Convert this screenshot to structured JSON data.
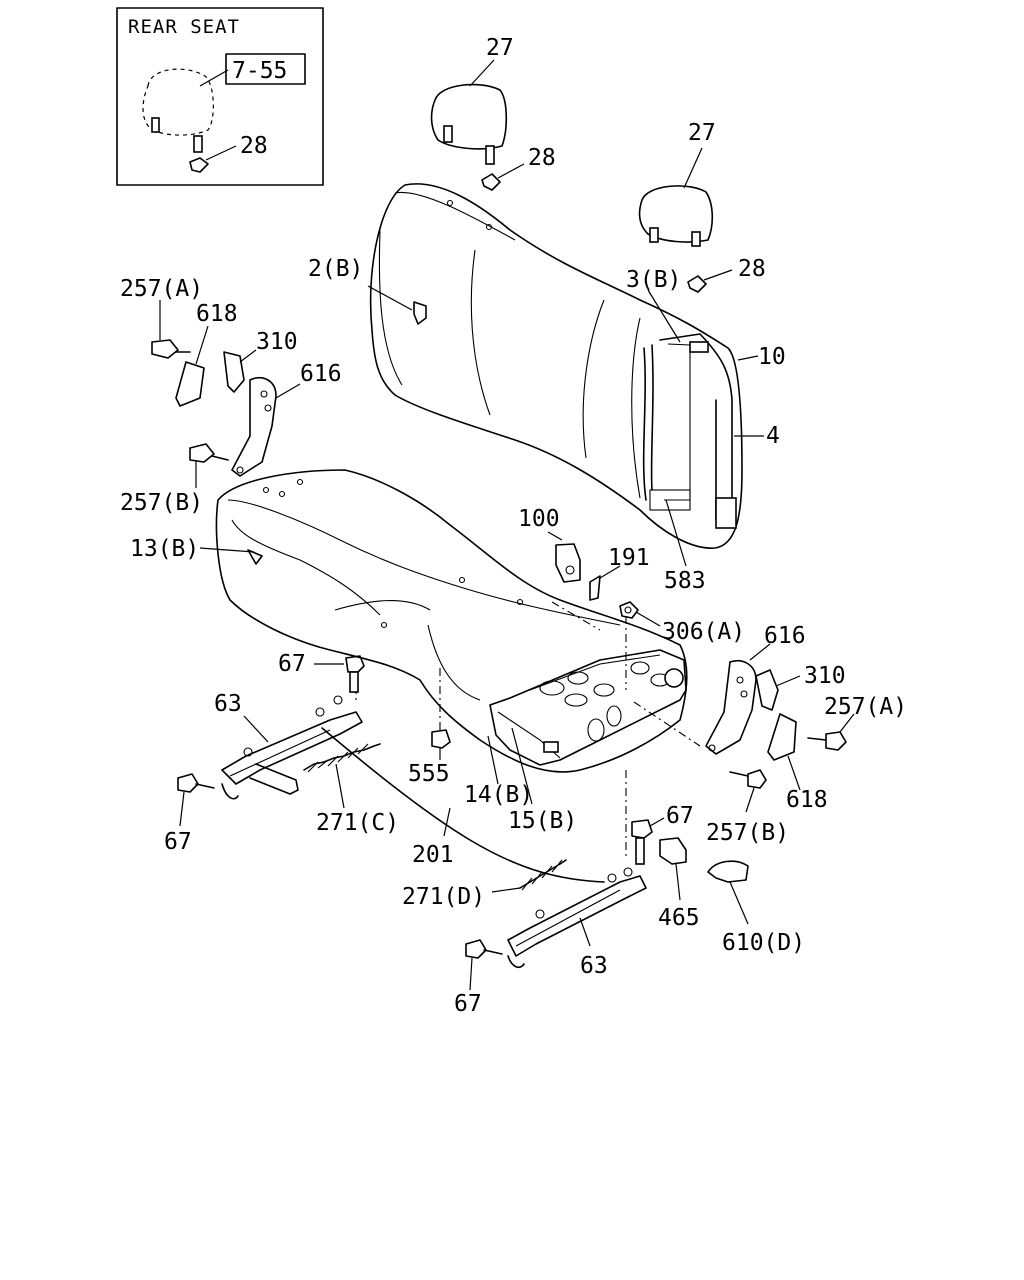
{
  "inset": {
    "title": "REAR SEAT",
    "reference": "7-55",
    "part_28": "28"
  },
  "callouts": {
    "c27a": "27",
    "c28a": "28",
    "c27b": "27",
    "c28b": "28",
    "c2b": "2(B)",
    "c3b": "3(B)",
    "c10": "10",
    "c4": "4",
    "c583": "583",
    "c257a_l": "257(A)",
    "c618_l": "618",
    "c310_l": "310",
    "c616_l": "616",
    "c257b_l": "257(B)",
    "c13b": "13(B)",
    "c100": "100",
    "c191": "191",
    "c306a": "306(A)",
    "c616_r": "616",
    "c310_r": "310",
    "c257a_r": "257(A)",
    "c618_r": "618",
    "c257b_r": "257(B)",
    "c67_a": "67",
    "c63_a": "63",
    "c67_b": "67",
    "c271c": "271(C)",
    "c555": "555",
    "c14b": "14(B)",
    "c15b": "15(B)",
    "c201": "201",
    "c67_c": "67",
    "c465": "465",
    "c610d": "610(D)",
    "c271d": "271(D)",
    "c63_b": "63",
    "c67_d": "67"
  }
}
